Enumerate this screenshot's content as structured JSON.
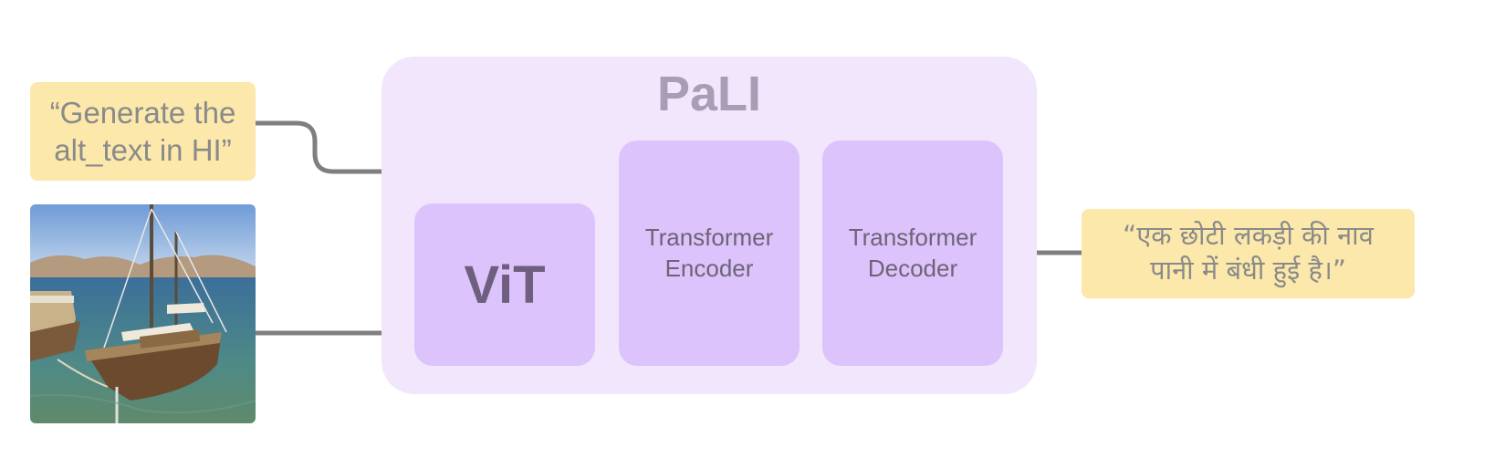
{
  "prompt": {
    "line1": "“Generate the",
    "line2": "alt_text in HI”"
  },
  "input_image": {
    "description_icon": "sailboat-photo-icon"
  },
  "model": {
    "title": "PaLI",
    "vit_label": "ViT",
    "encoder": {
      "line1": "Transformer",
      "line2": "Encoder"
    },
    "decoder": {
      "line1": "Transformer",
      "line2": "Decoder"
    }
  },
  "output": {
    "line1": "“एक छोटी लकड़ी की नाव",
    "line2": "पानी में बंधी हुई है।”"
  },
  "colors": {
    "note_fill": "#fbe8aa",
    "pali_fill": "#f1e6fc",
    "block_fill": "#dcc3fb",
    "wire_dark": "#7f7f7f",
    "wire_light": "#cfcfcf"
  }
}
